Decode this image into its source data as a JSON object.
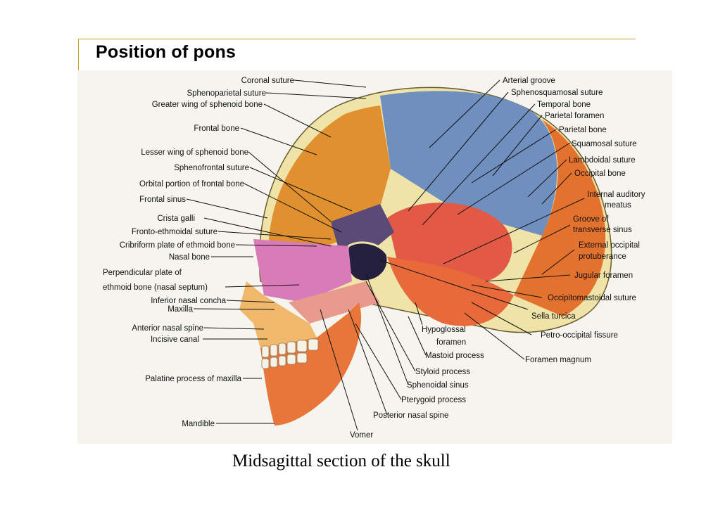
{
  "slide": {
    "title": "Position of pons",
    "caption": "Midsagittal section of the skull"
  },
  "diagram": {
    "labels_left": [
      "Coronal suture",
      "Sphenoparietal suture",
      "Greater wing of sphenoid bone",
      "Frontal bone",
      "Lesser wing of sphenoid bone",
      "Sphenofrontal suture",
      "Orbital portion of frontal bone",
      "Frontal sinus",
      "Crista galli",
      "Fronto-ethmoidal suture",
      "Cribriform plate of ethmoid bone",
      "Nasal bone",
      "Perpendicular plate of",
      "ethmoid bone (nasal septum)",
      "Inferior nasal concha",
      "Maxilla",
      "Anterior nasal spine",
      "Incisive canal",
      "Palatine process of maxilla",
      "Mandible"
    ],
    "labels_right": [
      "Arterial groove",
      "Sphenosquamosal suture",
      "Temporal bone",
      "Parietal foramen",
      "Parietal bone",
      "Squamosal suture",
      "Lambdoidal suture",
      "Occipital bone",
      "Internal auditory",
      "meatus",
      "Groove of",
      "transverse sinus",
      "External occipital",
      "protuberance",
      "Jugular foramen",
      "Occipitomastoidal suture",
      "Sella turcica",
      "Petro-occipital fissure",
      "Foramen magnum"
    ],
    "labels_bottom": [
      "Hypoglossal",
      "foramen",
      "Mastoid process",
      "Styloid process",
      "Sphenoidal sinus",
      "Pterygoid process",
      "Posterior nasal spine",
      "Vomer"
    ],
    "colors": {
      "frontal": "#e0902e",
      "parietal": "#6f8fbf",
      "occipital": "#e4722f",
      "temporal": "#e25a45",
      "ethmoid": "#d97bb8",
      "sphenoid": "#5a4a78",
      "maxilla": "#f0b86a",
      "mandible": "#e8763a",
      "palate": "#e89a8c",
      "diploe": "#efe3a8",
      "background": "#f5f4ee",
      "title_rule": "#c8a22a"
    }
  }
}
